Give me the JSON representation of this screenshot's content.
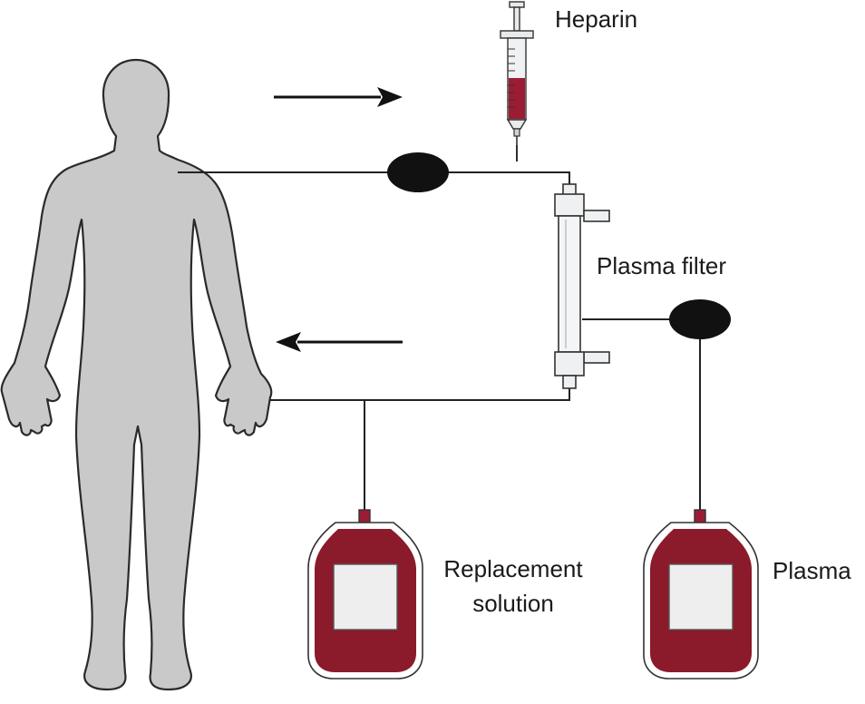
{
  "labels": {
    "heparin": "Heparin",
    "plasma_filter": "Plasma filter",
    "replacement_line1": "Replacement",
    "replacement_line2": "solution",
    "plasma": "Plasma"
  },
  "colors": {
    "body_fill": "#c9c9c9",
    "body_stroke": "#2a2a2a",
    "pump": "#111111",
    "bag_red": "#8b1a2b",
    "bag_red_light": "#a8283d",
    "blood": "#9c1d33",
    "filter_fill": "#eef0f2",
    "line": "#222222"
  },
  "icons": {
    "patient": "human-body-icon",
    "syringe": "syringe-icon",
    "pump_top": "pump-icon",
    "pump_right": "pump-icon",
    "filter": "plasma-filter-icon",
    "bag_replacement": "fluid-bag-icon",
    "bag_plasma": "fluid-bag-icon"
  }
}
